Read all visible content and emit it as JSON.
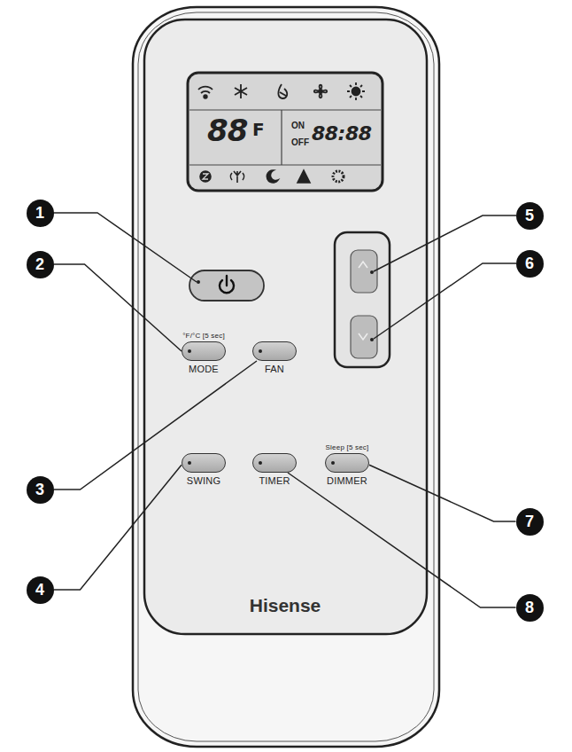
{
  "diagram": {
    "nodes": [
      {
        "text": [
          "Hisense"
        ]
      },
      {
        "text": [
          "88",
          "F",
          "ON",
          "OFF",
          "88:88"
        ],
        "in": 0
      },
      {
        "text": [
          "°F/°C [5 sec]",
          "MODE"
        ],
        "in": 0
      },
      {
        "text": [
          "FAN"
        ],
        "in": 0
      },
      {
        "text": [
          "SWING"
        ],
        "in": 0
      },
      {
        "text": [
          "TIMER"
        ],
        "in": 0
      },
      {
        "text": [
          "Sleep [5 sec]",
          "DIMMER"
        ],
        "in": 0
      },
      {
        "text": [
          "1"
        ]
      },
      {
        "text": [
          "2"
        ]
      },
      {
        "text": [
          "3"
        ]
      },
      {
        "text": [
          "4"
        ]
      },
      {
        "text": [
          "5"
        ]
      },
      {
        "text": [
          "6"
        ]
      },
      {
        "text": [
          "7"
        ]
      },
      {
        "text": [
          "8"
        ]
      }
    ],
    "edges": [
      {
        "from": 8,
        "to": 2,
        "arrow": "none"
      },
      {
        "from": 9,
        "to": 3,
        "arrow": "none"
      },
      {
        "from": 10,
        "to": 4,
        "arrow": "none"
      },
      {
        "from": 13,
        "to": 6,
        "arrow": "none"
      },
      {
        "from": 14,
        "to": 5,
        "arrow": "none"
      }
    ]
  }
}
